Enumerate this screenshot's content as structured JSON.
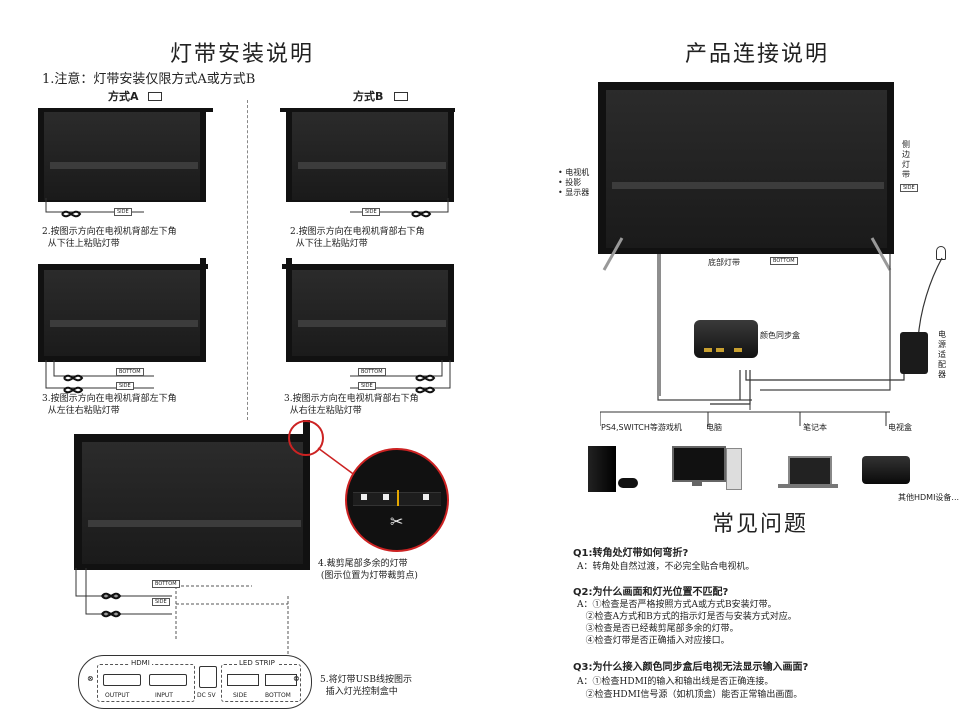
{
  "left": {
    "title": "灯带安装说明",
    "note": "1.注意：灯带安装仅限方式A或方式B",
    "method_a": "方式A",
    "method_b": "方式B",
    "step2_a": "2.按图示方向在电视机背部左下角\n  从下往上粘贴灯带",
    "step2_b": "2.按图示方向在电视机背部右下角\n  从下往上粘贴灯带",
    "step3_a": "3.按图示方向在电视机背部左下角\n  从左往右粘贴灯带",
    "step3_b": "3.按图示方向在电视机背部右下角\n  从右往左粘贴灯带",
    "step4": "4.裁剪尾部多余的灯带\n (图示位置为灯带裁剪点)",
    "step5": "5.将灯带USB线按图示\n  插入灯光控制盒中",
    "tag_side": "SIDE",
    "tag_bottom": "BOTTOM",
    "controller": {
      "hdmi": "HDMI",
      "led_strip": "LED STRIP",
      "output": "OUTPUT",
      "input": "INPUT",
      "dc": "DC 5V",
      "side": "SIDE",
      "bottom": "BOTTOM"
    }
  },
  "right": {
    "title": "产品连接说明",
    "tv_types": [
      "电视机",
      "投影",
      "显示器"
    ],
    "side_strip": "侧边灯带",
    "bottom_strip": "底部灯带",
    "bottom_tag": "BOTTOM",
    "side_tag": "SIDE",
    "sync_box": "颜色同步盒",
    "adapter": "电源适配器",
    "devices": [
      "PS4,SWITCH等游戏机",
      "电脑",
      "笔记本",
      "电视盒"
    ],
    "other": "其他HDMI设备..."
  },
  "faq": {
    "title": "常见问题",
    "items": [
      {
        "q": "Q1:转角处灯带如何弯折?",
        "a": [
          "A：转角处自然过渡，不必完全贴合电视机。"
        ]
      },
      {
        "q": "Q2:为什么画面和灯光位置不匹配?",
        "a": [
          "A：①检查是否严格按照方式A或方式B安装灯带。",
          "   ②检查A方式和B方式的指示灯是否与安装方式对应。",
          "   ③检查是否已经裁剪尾部多余的灯带。",
          "   ④检查灯带是否正确插入对应接口。"
        ]
      },
      {
        "q": "Q3:为什么接入颜色同步盒后电视无法显示输入画面?",
        "a": [
          "A：①检查HDMI的输入和输出线是否正确连接。",
          "   ②检查HDMI信号源（如机顶盒）能否正常输出画面。"
        ]
      }
    ]
  }
}
